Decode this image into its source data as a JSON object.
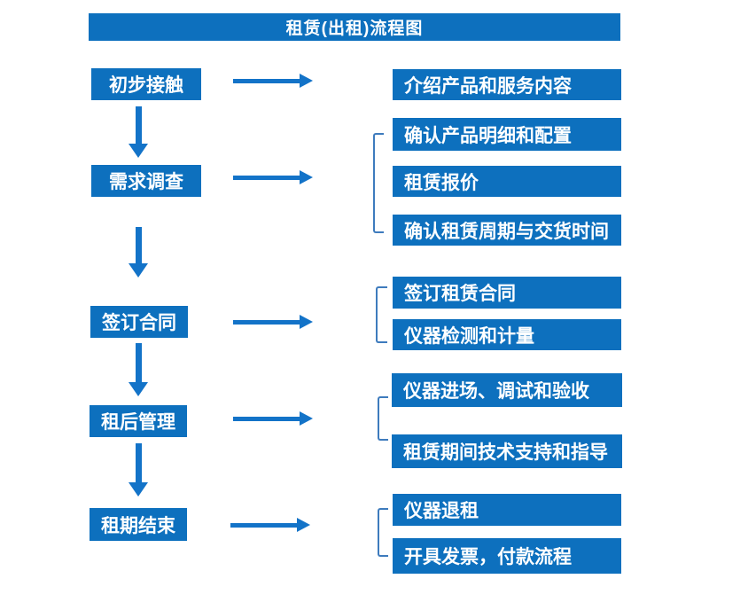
{
  "flow": {
    "title": "租赁(出租)流程图",
    "rows": [
      {
        "step": "初步接触",
        "details": [
          "介绍产品和服务内容"
        ]
      },
      {
        "step": "需求调查",
        "details": [
          "确认产品明细和配置",
          "租赁报价",
          "确认租赁周期与交货时间"
        ]
      },
      {
        "step": "签订合同",
        "details": [
          "签订租赁合同",
          "仪器检测和计量"
        ]
      },
      {
        "step": "租后管理",
        "details": [
          "仪器进场、调试和验收",
          "租赁期间技术支持和指导"
        ]
      },
      {
        "step": "租期结束",
        "details": [
          "仪器退租",
          "开具发票，付款流程"
        ]
      }
    ]
  },
  "colors": {
    "box_blue": "#0d70be",
    "arrow_blue": "#1373c8",
    "bracket_blue": "#3e7bbd",
    "text": "#ffffff",
    "background": "#ffffff"
  }
}
